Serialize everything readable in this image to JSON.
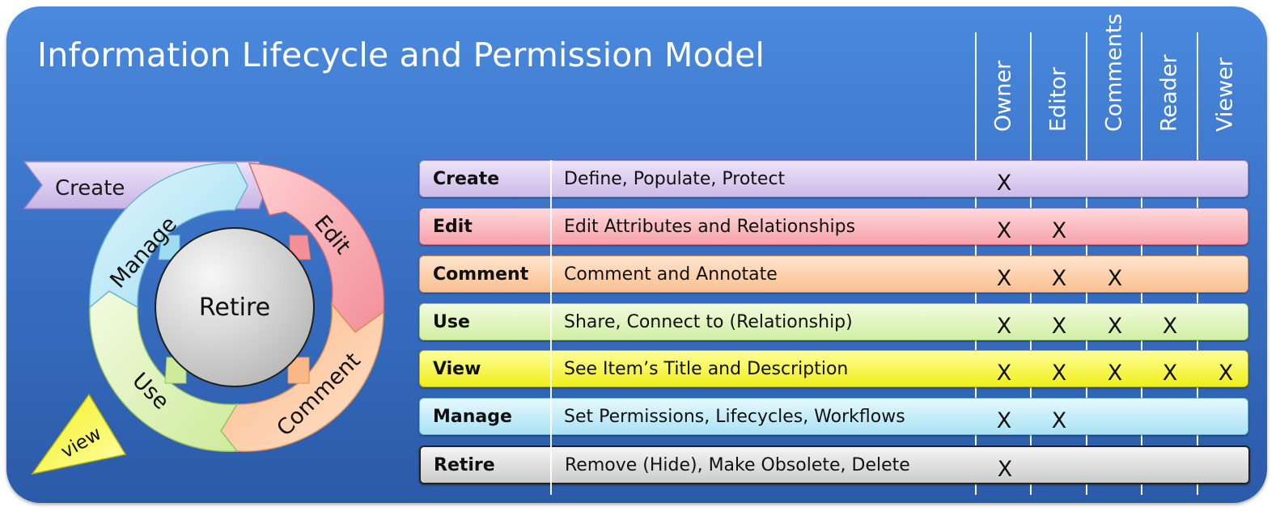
{
  "title": "Information Lifecycle and Permission Model",
  "roles": [
    "Owner",
    "Editor",
    "Comments",
    "Reader",
    "Viewer"
  ],
  "rows": [
    {
      "name": "Create",
      "description": "Define, Populate, Protect",
      "marks": [
        "X",
        "",
        "",
        "",
        ""
      ]
    },
    {
      "name": "Edit",
      "description": "Edit Attributes and Relationships",
      "marks": [
        "X",
        "X",
        "",
        "",
        ""
      ]
    },
    {
      "name": "Comment",
      "description": "Comment and Annotate",
      "marks": [
        "X",
        "X",
        "X",
        "",
        ""
      ]
    },
    {
      "name": "Use",
      "description": "Share, Connect to (Relationship)",
      "marks": [
        "X",
        "X",
        "X",
        "X",
        ""
      ]
    },
    {
      "name": "View",
      "description": "See Item’s Title and Description",
      "marks": [
        "X",
        "X",
        "X",
        "X",
        "X"
      ]
    },
    {
      "name": "Manage",
      "description": "Set Permissions, Lifecycles, Workflows",
      "marks": [
        "X",
        "X",
        "",
        "",
        ""
      ]
    },
    {
      "name": "Retire",
      "description": "Remove (Hide), Make Obsolete, Delete",
      "marks": [
        "X",
        "",
        "",
        "",
        ""
      ]
    }
  ],
  "cycle": {
    "create": "Create",
    "manage": "Manage",
    "edit": "Edit",
    "comment": "Comment",
    "use": "Use",
    "view": "view",
    "center": "Retire"
  },
  "colors": {
    "background": "#3a72c6",
    "create": "#cdbbe9",
    "edit": "#f5a3a9",
    "comment": "#fbbf8f",
    "use": "#d2efa3",
    "view": "#f0ee18",
    "manage": "#a9e3f4",
    "retire": "#cccccc"
  }
}
